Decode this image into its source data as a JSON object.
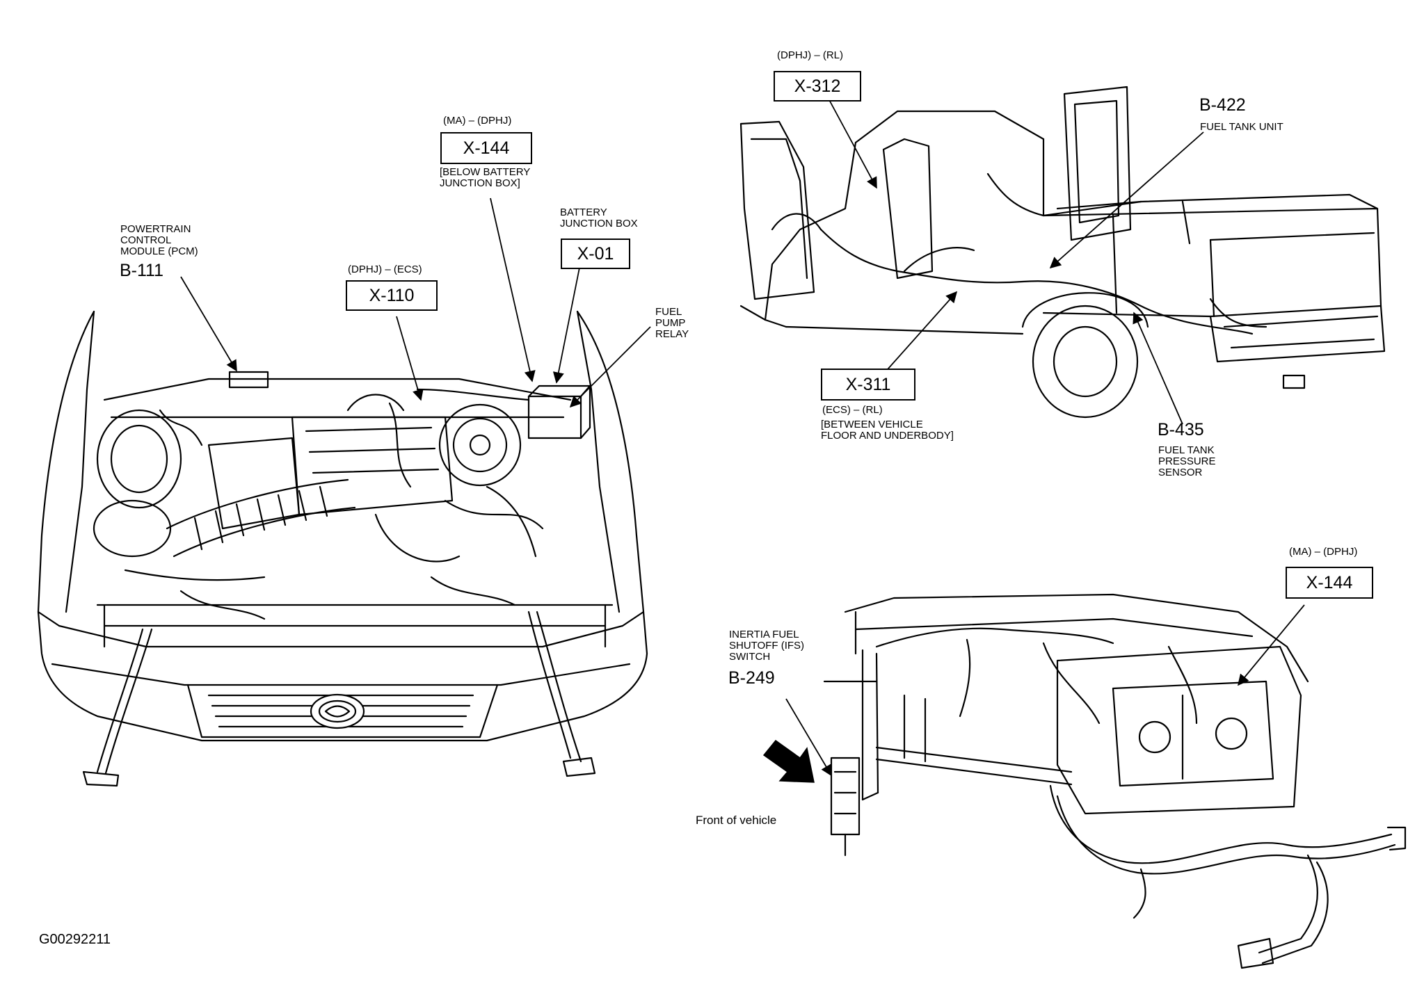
{
  "figure_id": "G00292211",
  "front_label": "Front of vehicle",
  "engine_callouts": {
    "pcm": {
      "caption": "POWERTRAIN\nCONTROL\nMODULE (PCM)",
      "code": "B-111"
    },
    "x110": {
      "tag": "(DPHJ) – (ECS)",
      "code": "X-110"
    },
    "x144": {
      "tag": "(MA) – (DPHJ)",
      "code": "X-144",
      "note": "[BELOW BATTERY\nJUNCTION BOX]"
    },
    "x01": {
      "caption": "BATTERY\nJUNCTION BOX",
      "code": "X-01"
    },
    "fuel_pump_relay": {
      "caption": "FUEL\nPUMP\nRELAY"
    }
  },
  "truck_callouts": {
    "x312": {
      "tag": "(DPHJ) – (RL)",
      "code": "X-312"
    },
    "b422": {
      "code": "B-422",
      "caption": "FUEL TANK UNIT"
    },
    "x311": {
      "code": "X-311",
      "tag": "(ECS) – (RL)",
      "note": "[BETWEEN VEHICLE\nFLOOR AND UNDERBODY]"
    },
    "b435": {
      "code": "B-435",
      "caption": "FUEL TANK\nPRESSURE\nSENSOR"
    }
  },
  "dash_callouts": {
    "x144": {
      "tag": "(MA) – (DPHJ)",
      "code": "X-144"
    },
    "b249": {
      "caption": "INERTIA FUEL\nSHUTOFF (IFS)\nSWITCH",
      "code": "B-249"
    }
  }
}
